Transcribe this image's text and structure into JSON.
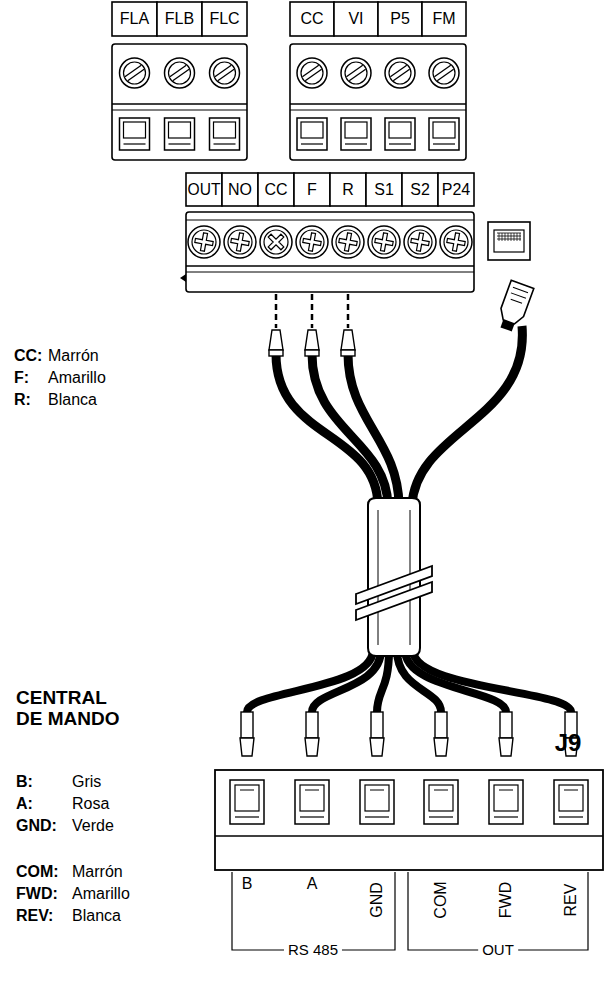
{
  "diagram": {
    "labels": [
      "FLA",
      "FLB",
      "FLC",
      "CC",
      "VI",
      "P5",
      "FM",
      "OUT",
      "NO",
      "CC",
      "F",
      "R",
      "S1",
      "S2",
      "P24",
      "CC:",
      "Marrón",
      "F:",
      "Amarillo",
      "R:",
      "Blanca",
      "CENTRAL DE MANDO",
      "B:",
      "Gris",
      "A:",
      "Rosa",
      "GND:",
      "Verde",
      "COM:",
      "Marrón",
      "FWD:",
      "Amarillo",
      "REV:",
      "Blanca",
      "J9",
      "B",
      "A",
      "GND",
      "COM",
      "FWD",
      "REV",
      "RS 485",
      "OUT"
    ]
  }
}
